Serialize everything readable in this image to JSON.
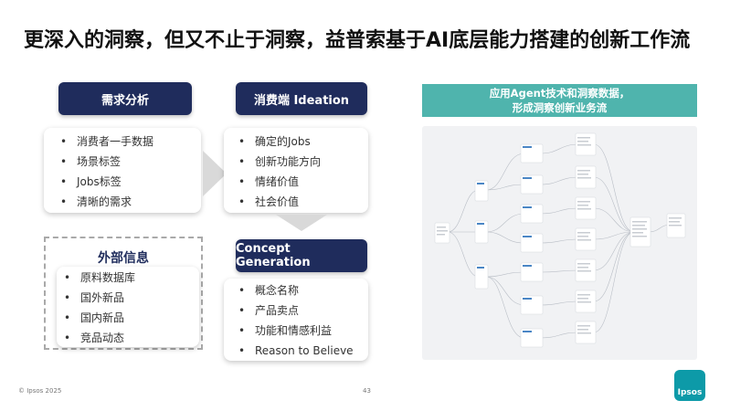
{
  "title": "更深入的洞察，但又不止于洞察，益普索基于AI底层能力搭建的创新工作流",
  "needs": {
    "header": "需求分析",
    "items": [
      "消费者一手数据",
      "场景标签",
      "Jobs标签",
      "清晰的需求"
    ]
  },
  "ideation": {
    "header": "消费端 Ideation",
    "items": [
      "确定的Jobs",
      "创新功能方向",
      "情绪价值",
      "社会价值"
    ]
  },
  "external": {
    "header": "外部信息",
    "items": [
      "原料数据库",
      "国外新品",
      "国内新品",
      "竞品动态"
    ]
  },
  "concept": {
    "header": "Concept Generation",
    "items": [
      "概念名称",
      "产品卖点",
      "功能和情感利益",
      "Reason to Believe"
    ]
  },
  "banner": {
    "line1": "应用Agent技术和洞察数据，",
    "line2": "形成洞察创新业务流"
  },
  "footer": {
    "copyright": "© Ipsos 2025",
    "page": "43",
    "logo": "Ipsos"
  },
  "colors": {
    "header_bg": "#1f2c5c",
    "banner_bg": "#4fb4ad",
    "logo_bg": "#0d9aa8"
  }
}
